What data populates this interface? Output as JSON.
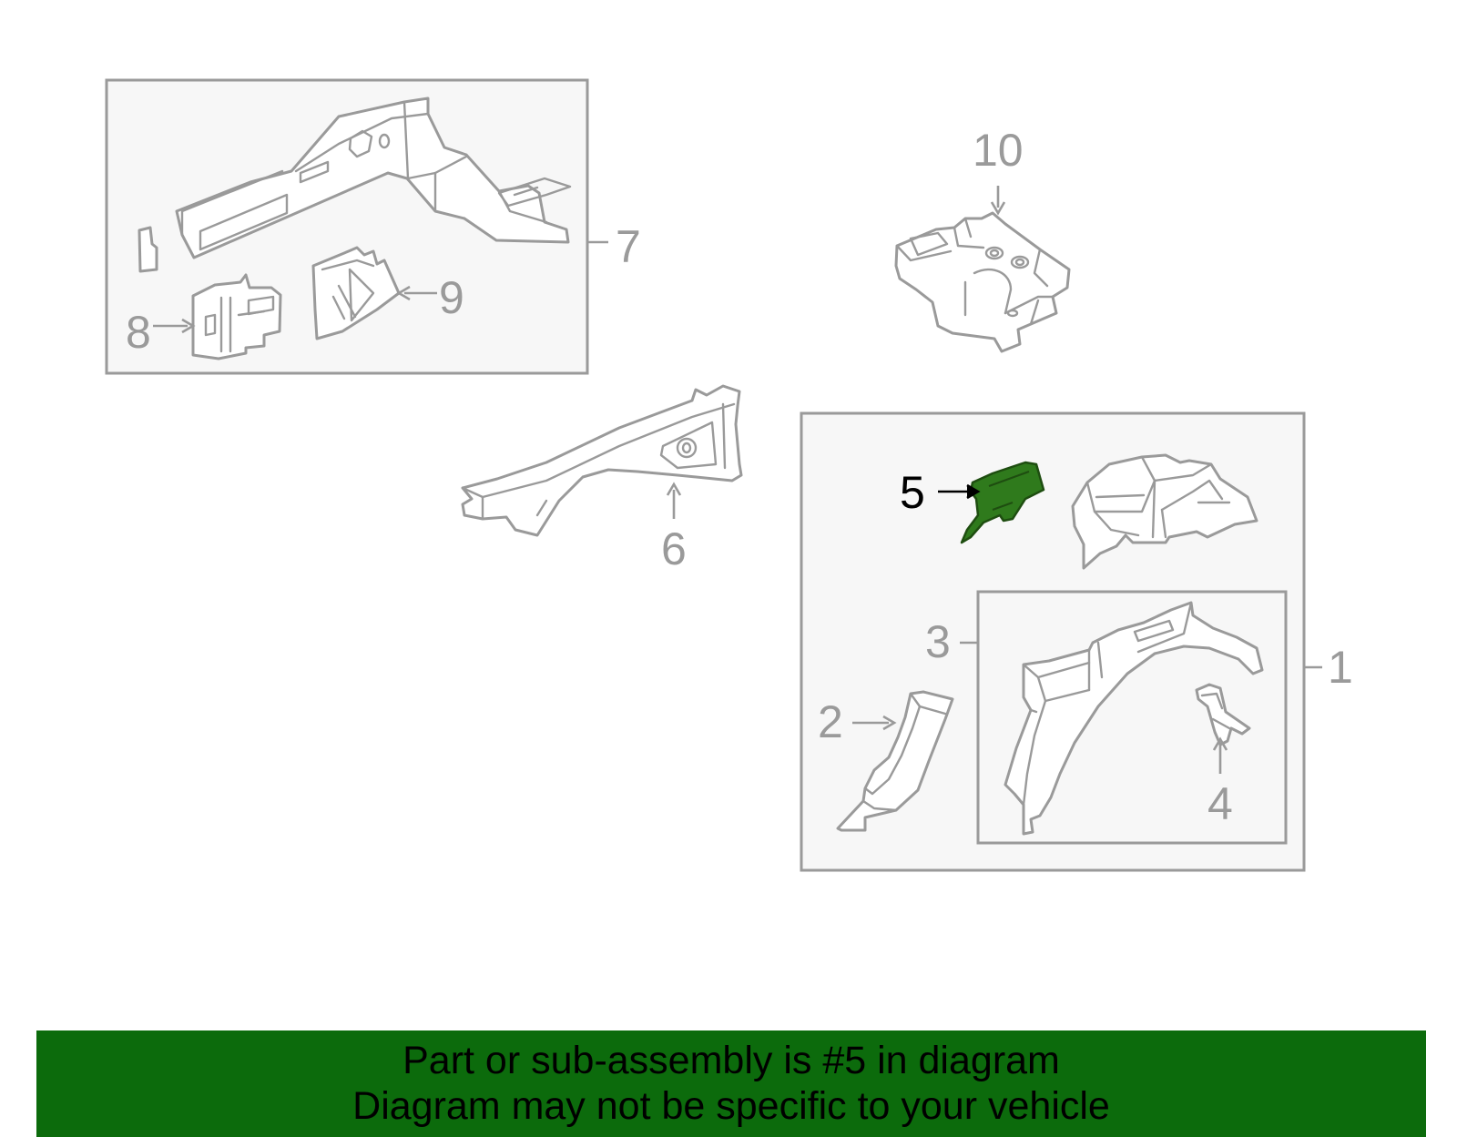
{
  "callouts": {
    "c1": "1",
    "c2": "2",
    "c3": "3",
    "c4": "4",
    "c5": "5",
    "c6": "6",
    "c7": "7",
    "c8": "8",
    "c9": "9",
    "c10": "10"
  },
  "highlighted_part": "5",
  "colors": {
    "highlight": "#2f7a1c",
    "banner": "#0c6b0c",
    "line_art": "#9a9a9a"
  },
  "banner": {
    "line1": "Part or sub-assembly is #5 in diagram",
    "line2": "Diagram may not be specific to your vehicle"
  }
}
